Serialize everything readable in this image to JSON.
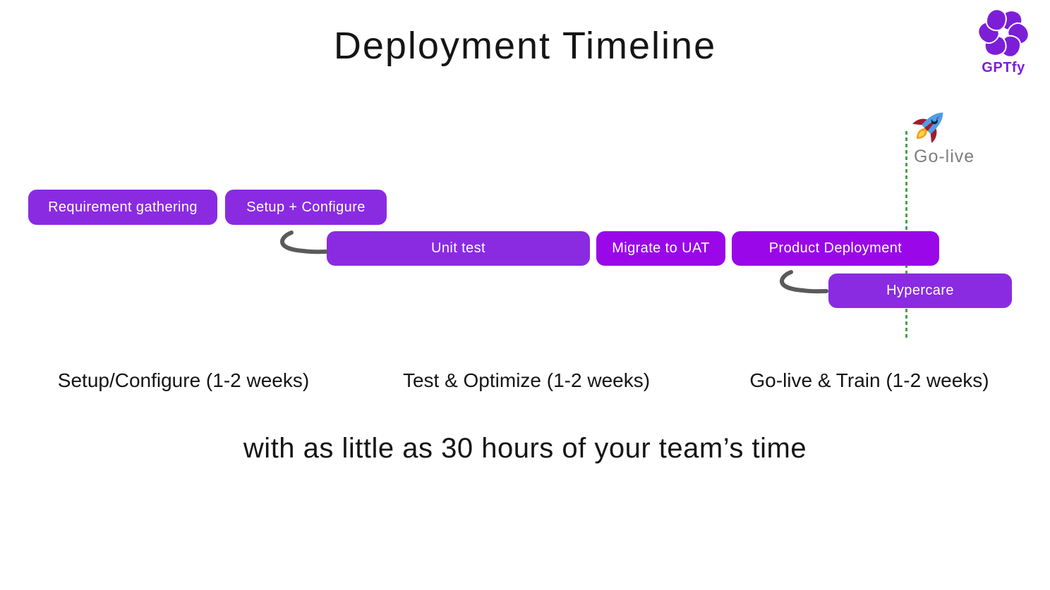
{
  "title": "Deployment Timeline",
  "brand": {
    "name": "GPTfy",
    "icon": "pinwheel-icon"
  },
  "golive": {
    "label": "Go-live",
    "icon": "rocket-icon"
  },
  "timeline": {
    "bars": [
      {
        "label": "Requirement gathering",
        "row": 1,
        "color": "#8A2BE2"
      },
      {
        "label": "Setup + Configure",
        "row": 1,
        "color": "#8A2BE2"
      },
      {
        "label": "Unit test",
        "row": 2,
        "color": "#8A2BE2"
      },
      {
        "label": "Migrate to UAT",
        "row": 2,
        "color": "#9A07E8"
      },
      {
        "label": "Product Deployment",
        "row": 2,
        "color": "#9A07E8"
      },
      {
        "label": "Hypercare",
        "row": 3,
        "color": "#8A2BE2"
      }
    ],
    "phases": [
      {
        "label": "Setup/Configure (1-2 weeks)"
      },
      {
        "label": "Test & Optimize (1-2 weeks)"
      },
      {
        "label": "Go-live & Train (1-2 weeks)"
      }
    ]
  },
  "tagline": "with as little as 30 hours of your team’s time",
  "colors": {
    "bar_primary": "#8A2BE2",
    "bar_accent": "#9A07E8",
    "bar_text": "#FFFFFF",
    "brand_purple": "#7C1ED8",
    "line_green": "#46A546",
    "arrow_gray": "#5A5A5A",
    "text_dark": "#151515",
    "golive_gray": "#7F7F7F",
    "rocket_blue": "#4D9FE8",
    "rocket_red": "#A01C30",
    "rocket_flame": "#F6A21E",
    "rocket_flame_inner": "#FCD34D",
    "rocket_window": "#15253F"
  }
}
